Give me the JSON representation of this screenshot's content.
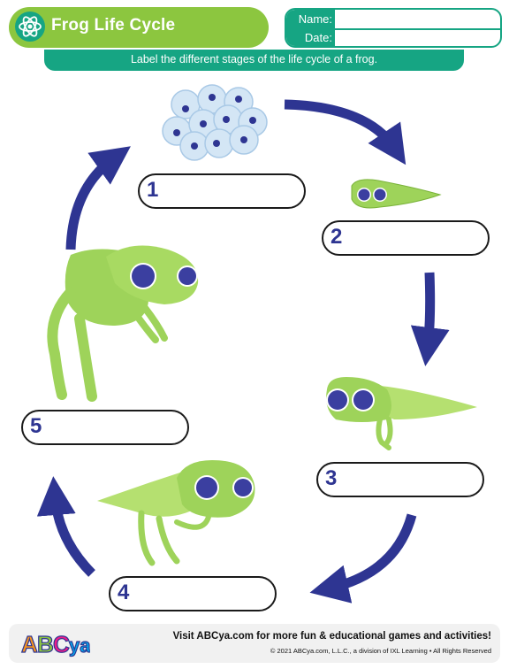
{
  "header": {
    "title": "Frog Life Cycle",
    "name_label": "Name:",
    "date_label": "Date:",
    "instruction": "Label the different stages of the life cycle of a frog."
  },
  "stages": [
    {
      "number": "1"
    },
    {
      "number": "2"
    },
    {
      "number": "3"
    },
    {
      "number": "4"
    },
    {
      "number": "5"
    }
  ],
  "footer": {
    "logo_text": "ABCya",
    "promo": "Visit ABCya.com for more fun & educational games and activities!",
    "copyright": "© 2021 ABCya.com, L.L.C., a division of IXL Learning • All Rights Reserved"
  },
  "colors": {
    "green": "#8cc63f",
    "teal": "#16a583",
    "arrow": "#2e3592",
    "frog": "#9ed35a",
    "eye": "#3b3fa0"
  }
}
